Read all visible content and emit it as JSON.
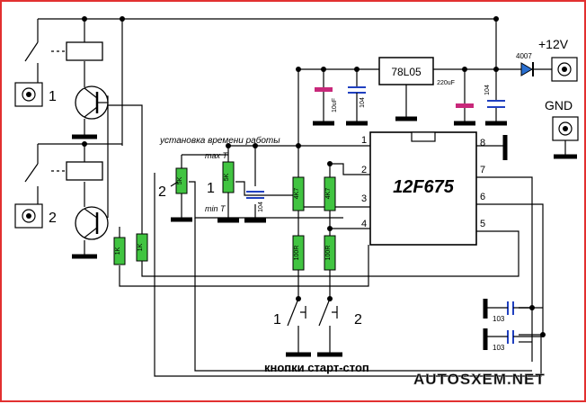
{
  "labels": {
    "chip": "12F675",
    "regulator": "78L05",
    "power_plus": "+12V",
    "power_gnd": "GND",
    "diode": "4007",
    "setting": "установка времени работы",
    "max_t": "max T",
    "min_t": "min T",
    "buttons": "кнопки старт-стоп",
    "watermark": "AUTOSXEM.NET",
    "ch1": "1",
    "ch2": "2",
    "pot2": "2",
    "pot1": "1",
    "btn1": "1",
    "btn2": "2"
  },
  "components": {
    "c10uf": "10uF",
    "c104a": "104",
    "c220uf": "220uF",
    "c104b": "104",
    "c104c": "104",
    "c103a": "103",
    "c103b": "103",
    "pot_a": "5K",
    "pot_b": "5K",
    "r4k7a": "4K7",
    "r4k7b": "4K7",
    "r100a": "100R",
    "r100b": "100R",
    "r1ka": "1K",
    "r1kb": "1K"
  },
  "pins": [
    "1",
    "2",
    "3",
    "4",
    "5",
    "6",
    "7",
    "8"
  ],
  "colors": {
    "resistor": "#41c441",
    "capacitor": "#2040c0",
    "electrolytic": "#c8287a",
    "border": "#e23030"
  }
}
